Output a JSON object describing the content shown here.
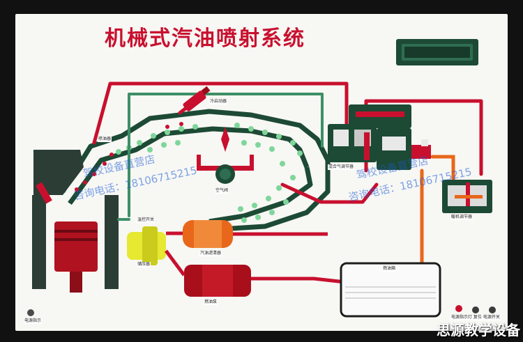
{
  "title": "机械式汽油喷射系统",
  "labels": {
    "cold_start": "冷启动器",
    "injector": "喷油器",
    "air_valve": "空气阀",
    "mixture_regulator": "混合气调节器",
    "warmup_regulator": "暖机调节器",
    "thermo_switch": "温控开关",
    "accumulator": "储压器",
    "fuel_filter": "汽油滤清器",
    "fuel_pump": "燃油泵",
    "fuel_tank": "燃油箱",
    "power_indicator": "电源指示",
    "bottom_controls": "电源指示灯 复位 电源开关"
  },
  "watermark": {
    "line1": "驾校设备直营店",
    "line2": "咨询电话：18106715215"
  },
  "brand": "思源教学设备",
  "colors": {
    "board": "#f7f7f4",
    "frame": "#111111",
    "fuel_red": "#c8102e",
    "air_green": "#3d8f66",
    "dark_green": "#1d4a35",
    "orange": "#e8671a",
    "yellow": "#e6e832"
  }
}
